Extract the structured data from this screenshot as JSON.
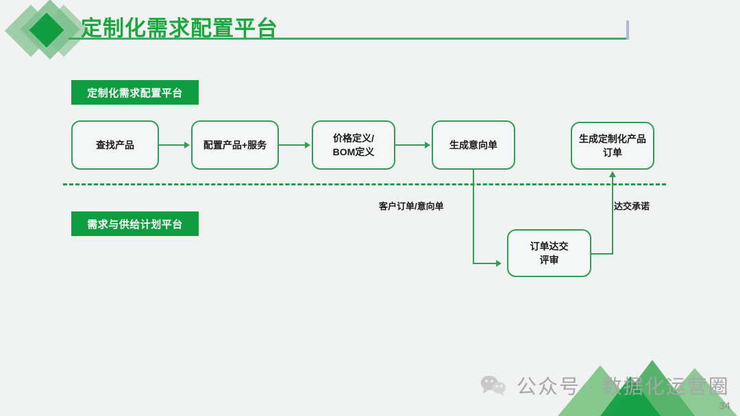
{
  "slide": {
    "title": "定制化需求配置平台",
    "page_number": "34",
    "background_color": "#f1f2f2",
    "accent_green": "#0f9d3f",
    "title_green": "#19a73e",
    "box_border_green": "#2e9e4f",
    "endcap_color": "#a9bcd6"
  },
  "header": {
    "logo_name": "diamond-logo",
    "rule_color": "#3faa63"
  },
  "sections": [
    {
      "id": "top",
      "label": "定制化需求配置平台"
    },
    {
      "id": "bottom",
      "label": "需求与供给计划平台"
    }
  ],
  "flow": {
    "boxes": [
      {
        "id": "box-1",
        "label": "查找产品"
      },
      {
        "id": "box-2",
        "label": "配置产品+服务"
      },
      {
        "id": "box-3",
        "label": "价格定义/\nBOM定义"
      },
      {
        "id": "box-4",
        "label": "生成意向单"
      },
      {
        "id": "box-5",
        "label": "生成定制化产品\n订单"
      },
      {
        "id": "box-6",
        "label": "订单达交\n评审"
      }
    ],
    "edge_labels": [
      {
        "id": "order",
        "label": "客户订单/意向单"
      },
      {
        "id": "promise",
        "label": "达交承诺"
      }
    ]
  },
  "footer": {
    "icon": "wechat-icon",
    "text": "公众号 · 数据化运营圈"
  }
}
